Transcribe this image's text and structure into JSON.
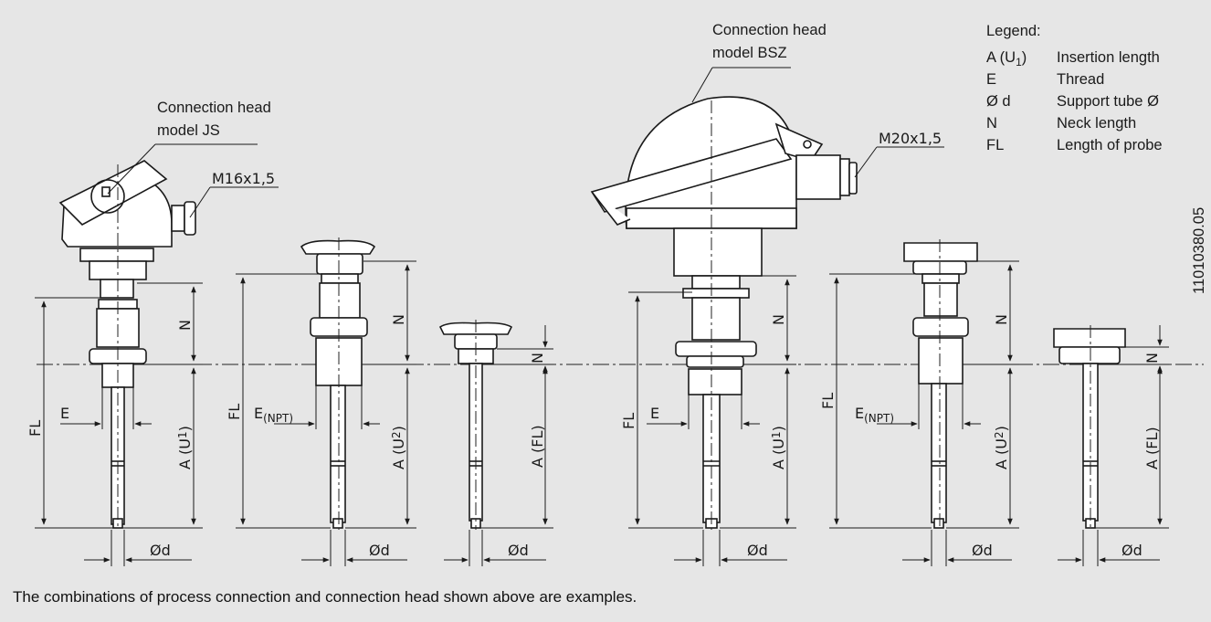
{
  "heads": {
    "js": {
      "title_line1": "Connection head",
      "title_line2": "model JS",
      "thread": "M16x1,5"
    },
    "bsz": {
      "title_line1": "Connection head",
      "title_line2": "model BSZ",
      "thread": "M20x1,5"
    }
  },
  "legend": {
    "title": "Legend:",
    "items": [
      {
        "symbol": "A (U",
        "sub": "1",
        "close": ")",
        "meaning": "Insertion length"
      },
      {
        "symbol": "E",
        "sub": "",
        "close": "",
        "meaning": "Thread"
      },
      {
        "symbol": "Ø d",
        "sub": "",
        "close": "",
        "meaning": "Support tube Ø"
      },
      {
        "symbol": "N",
        "sub": "",
        "close": "",
        "meaning": "Neck length"
      },
      {
        "symbol": "FL",
        "sub": "",
        "close": "",
        "meaning": "Length of probe"
      }
    ]
  },
  "doc_number": "11010380.05",
  "dims": {
    "fl": "FL",
    "n": "N",
    "e": "E",
    "e_npt": "E",
    "npt_sub": "(NPT)",
    "a": "A (",
    "u": "U",
    "sub1": "1",
    "sub2": "2",
    "close": ")",
    "a_fl": "A (FL)",
    "phi_d": "Ød"
  },
  "caption": "The combinations of process connection and connection head shown above are examples."
}
